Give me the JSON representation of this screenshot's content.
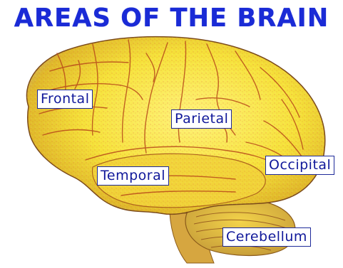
{
  "title": "AREAS OF THE BRAIN",
  "labels": {
    "frontal": "Frontal",
    "parietal": "Parietal",
    "temporal": "Temporal",
    "occipital": "Occipital",
    "cerebellum": "Cerebellum"
  },
  "colors": {
    "title": "#1a2bd6",
    "brain_fill": "#f6e23a",
    "brain_shadow": "#d98a1a",
    "gyri_lines": "#b8491a",
    "label_border": "#1e2a9a",
    "label_text": "#10189a"
  }
}
